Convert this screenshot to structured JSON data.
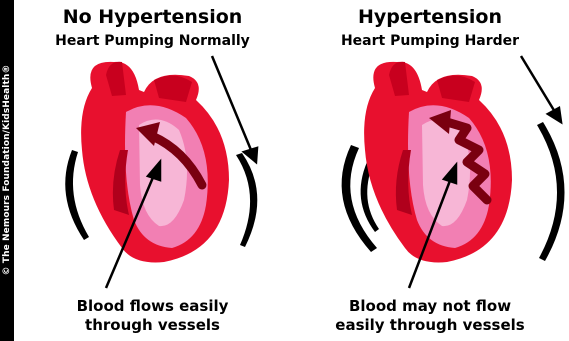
{
  "credit": "© The Nemours Foundation/KidsHealth®",
  "panels": [
    {
      "title": "No Hypertension",
      "subtitle": "Heart Pumping Normally",
      "caption_line1": "Blood flows easily",
      "caption_line2": "through vessels"
    },
    {
      "title": "Hypertension",
      "subtitle": "Heart Pumping Harder",
      "caption_line1": "Blood may not flow",
      "caption_line2": "easily through vessels"
    }
  ],
  "colors": {
    "heart_red": "#e8102e",
    "heart_dark": "#b0001c",
    "chamber_pink": "#f27fb3",
    "chamber_light": "#f7b6d6",
    "arrow_dark": "#7a0010"
  }
}
